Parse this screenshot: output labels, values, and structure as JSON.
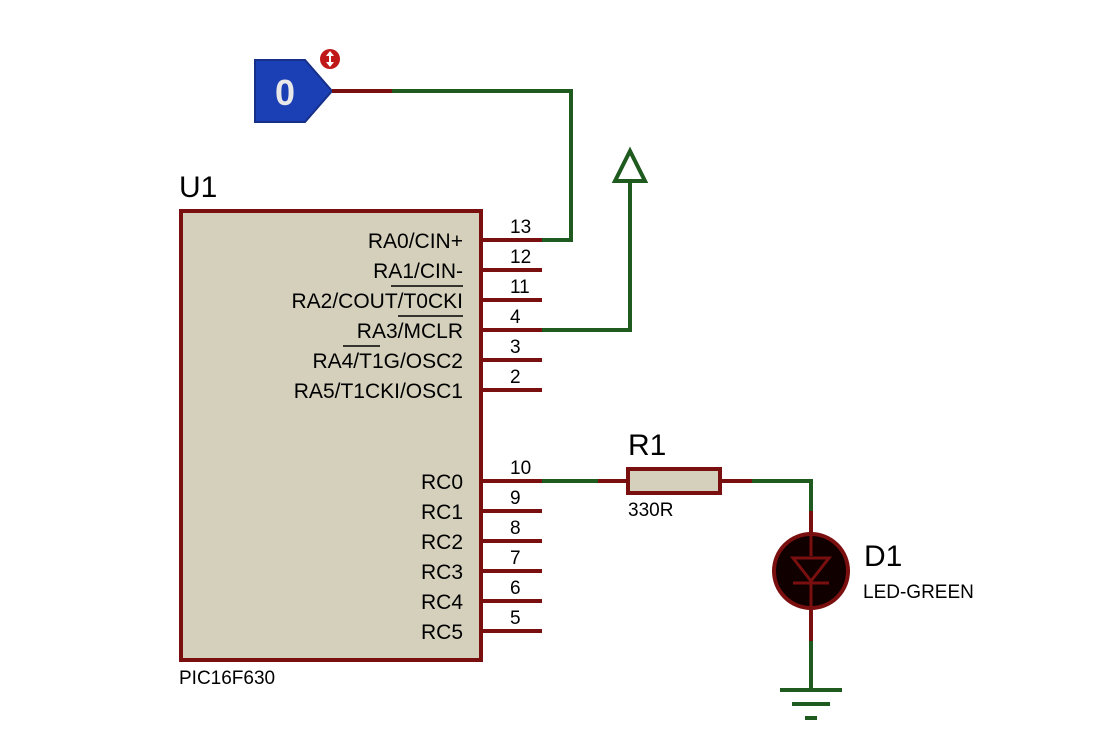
{
  "colors": {
    "wire": "#1f5a1f",
    "pin": "#7a0f0f",
    "chip_fill": "#d4d0bc",
    "chip_border": "#7a0f0f",
    "resistor_fill": "#d4d0bc",
    "led_fill": "#100000",
    "logic_probe_fill": "#1b3fb5",
    "logic_probe_text": "#e8e8e8",
    "toggle_dot": "#c01818",
    "text": "#000000"
  },
  "logic_state": {
    "value": "0",
    "toggle_icon": "up-down-arrow-icon"
  },
  "mcu": {
    "ref": "U1",
    "part": "PIC16F630",
    "pins": [
      {
        "name": "RA0/CIN+",
        "number": "13"
      },
      {
        "name": "RA1/CIN-",
        "number": "12"
      },
      {
        "name": "RA2/COUT/T0CKI",
        "number": "11"
      },
      {
        "name": "RA3/MCLR",
        "number": "4"
      },
      {
        "name": "RA4/T1G/OSC2",
        "number": "3"
      },
      {
        "name": "RA5/T1CKI/OSC1",
        "number": "2"
      },
      {
        "name": "RC0",
        "number": "10"
      },
      {
        "name": "RC1",
        "number": "9"
      },
      {
        "name": "RC2",
        "number": "8"
      },
      {
        "name": "RC3",
        "number": "7"
      },
      {
        "name": "RC4",
        "number": "6"
      },
      {
        "name": "RC5",
        "number": "5"
      }
    ]
  },
  "resistor": {
    "ref": "R1",
    "value": "330R"
  },
  "led": {
    "ref": "D1",
    "value": "LED-GREEN"
  },
  "power": {
    "icon": "power-arrow-icon"
  },
  "ground": {
    "icon": "ground-icon"
  }
}
